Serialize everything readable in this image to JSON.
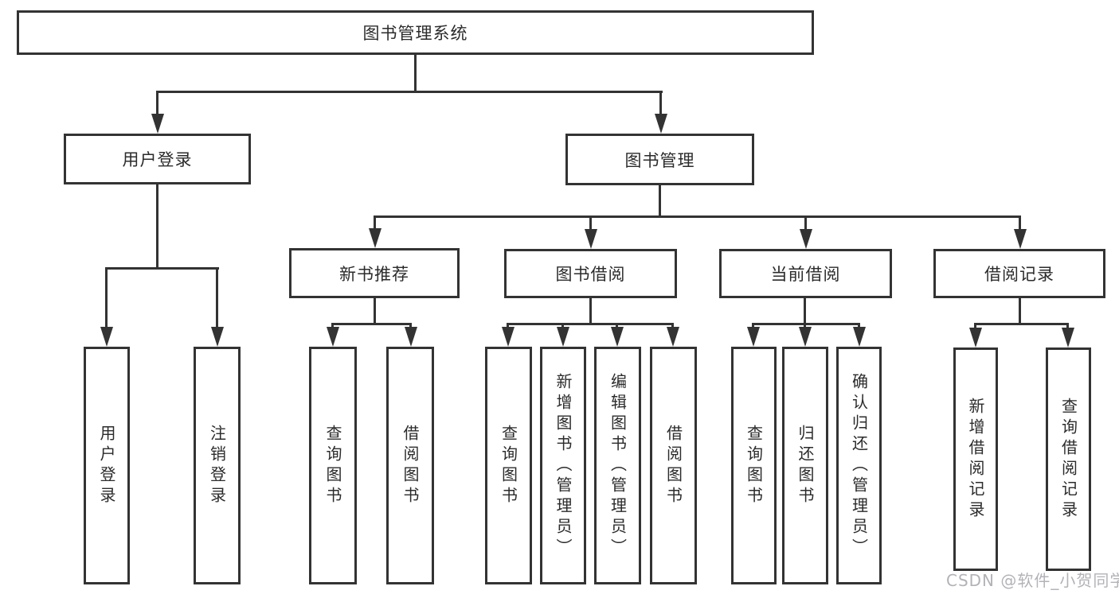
{
  "diagram": {
    "colors": {
      "line": "#333333",
      "text": "#2b2b2b",
      "background": "#ffffff",
      "watermark": "#b2b2b8"
    },
    "watermark": "CSDN @软件_小贺同学",
    "tree": {
      "root": {
        "label": "图书管理系统"
      },
      "branches": [
        {
          "label": "用户登录",
          "children": [
            {
              "label": "用户登录"
            },
            {
              "label": "注销登录"
            }
          ]
        },
        {
          "label": "图书管理",
          "children": [
            {
              "label": "新书推荐",
              "children": [
                {
                  "label": "查询图书"
                },
                {
                  "label": "借阅图书"
                }
              ]
            },
            {
              "label": "图书借阅",
              "children": [
                {
                  "label": "查询图书"
                },
                {
                  "label": "新增图书（管理员）"
                },
                {
                  "label": "编辑图书（管理员）"
                },
                {
                  "label": "借阅图书"
                }
              ]
            },
            {
              "label": "当前借阅",
              "children": [
                {
                  "label": "查询图书"
                },
                {
                  "label": "归还图书"
                },
                {
                  "label": "确认归还（管理员）"
                }
              ]
            },
            {
              "label": "借阅记录",
              "children": [
                {
                  "label": "新增借阅记录"
                },
                {
                  "label": "查询借阅记录"
                }
              ]
            }
          ]
        }
      ]
    }
  }
}
